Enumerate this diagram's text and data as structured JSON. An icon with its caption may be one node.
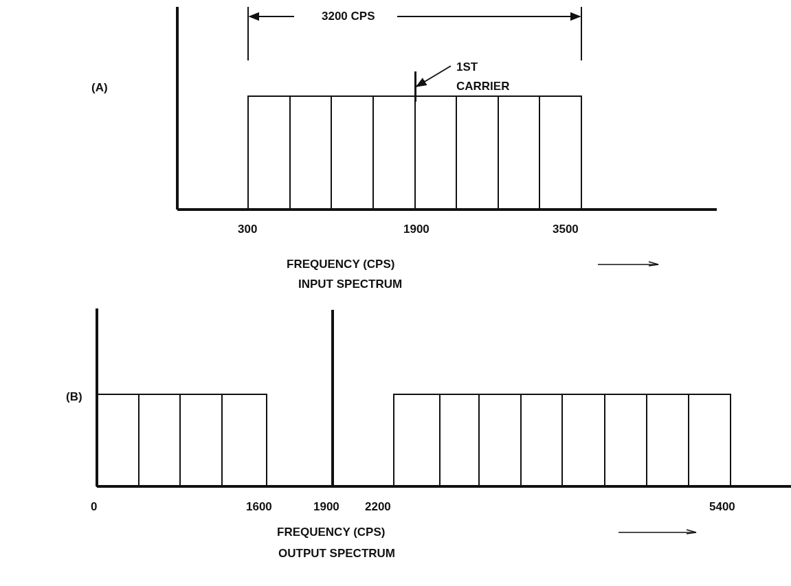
{
  "diagram": {
    "nodes": [
      {
        "text": [
          "1ST CARRIER"
        ]
      },
      {
        "text": [],
        "shape": "bar"
      }
    ],
    "edges": [
      {
        "from": 0,
        "to": 1,
        "arrow": "to"
      }
    ],
    "labels": [
      "(A)",
      "3200 CPS",
      "300",
      "1900",
      "3500",
      "FREQUENCY (CPS)",
      "INPUT SPECTRUM",
      "(B)",
      "0",
      "1600",
      "1900",
      "2200",
      "5400",
      "FREQUENCY (CPS)",
      "OUTPUT SPECTRUM"
    ]
  }
}
